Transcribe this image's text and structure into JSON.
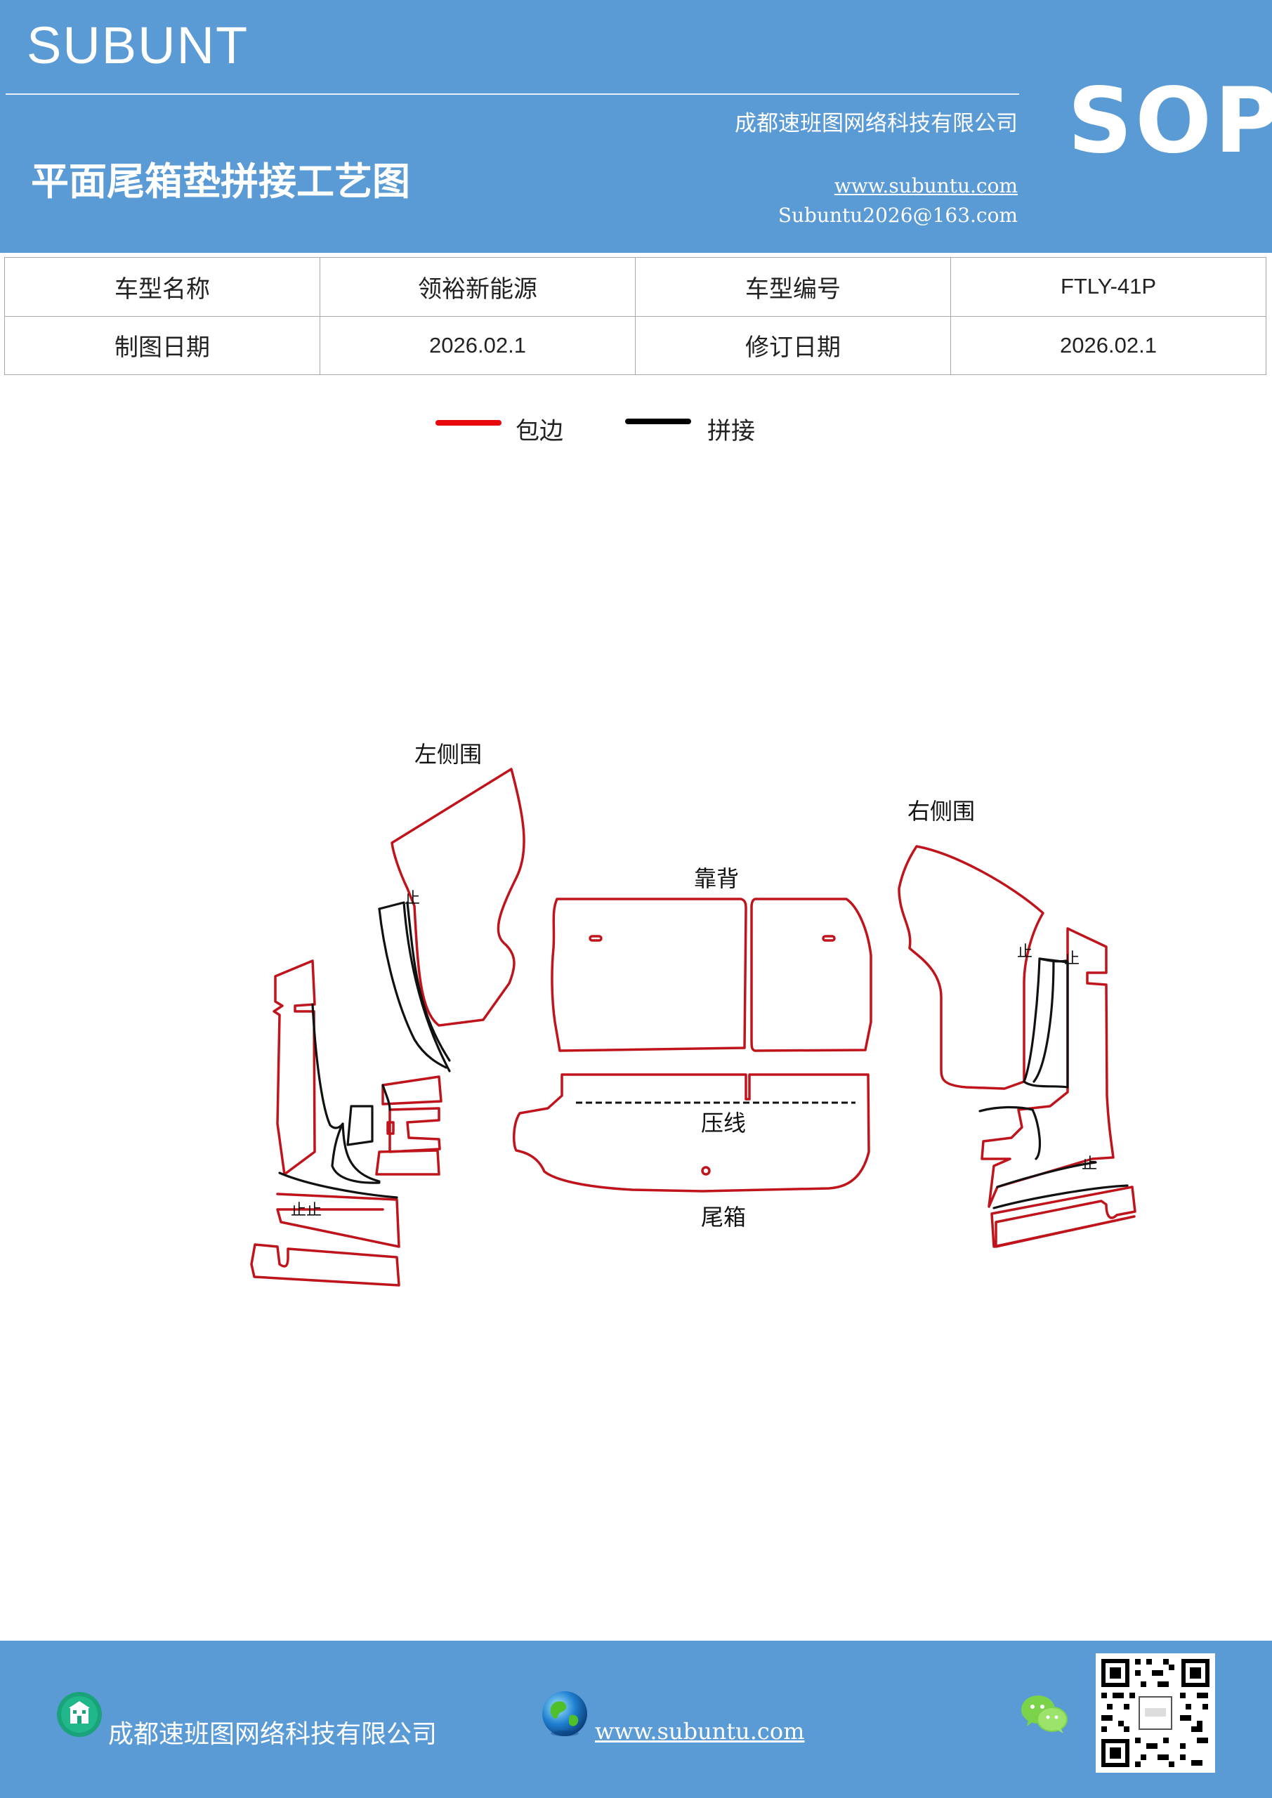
{
  "header": {
    "brand": "SUBUNT",
    "company": "成都速班图网络科技有限公司",
    "sop": "SOP",
    "title": "平面尾箱垫拼接工艺图",
    "url": "www.subuntu.com",
    "email": "Subuntu2026@163.com"
  },
  "info": {
    "model_name_label": "车型名称",
    "model_name_value": "领裕新能源",
    "model_code_label": "车型编号",
    "model_code_value": "FTLY-41P",
    "draw_date_label": "制图日期",
    "draw_date_value": "2026.02.1",
    "revise_date_label": "修订日期",
    "revise_date_value": "2026.02.1"
  },
  "legend": {
    "binding_label": "包边",
    "binding_color": "#e8070a",
    "splice_label": "拼接",
    "splice_color": "#000000"
  },
  "drawing": {
    "left_panel": "左侧围",
    "right_panel": "右侧围",
    "backrest": "靠背",
    "crease": "压线",
    "trunk": "尾箱",
    "stop_mark": "止",
    "edge_color": "#c0141c",
    "seam_color": "#111111"
  },
  "footer": {
    "company": "成都速班图网络科技有限公司",
    "url": "www.subuntu.com",
    "building_icon": "building-icon",
    "globe_icon": "globe-icon",
    "wechat_icon": "wechat-icon",
    "qr_icon": "qr-code-icon"
  }
}
